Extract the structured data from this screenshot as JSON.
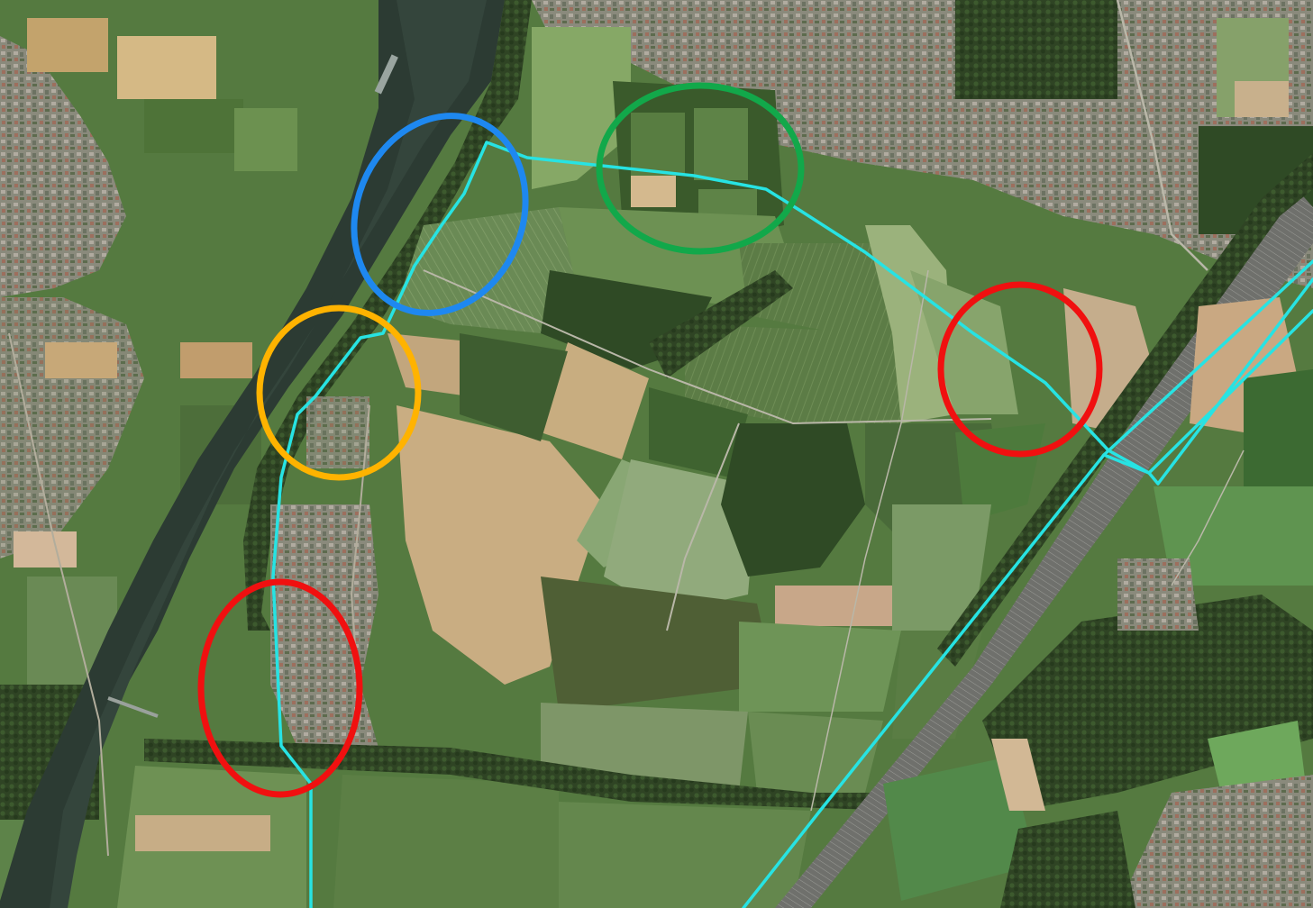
{
  "map": {
    "type": "aerial-photo",
    "features": [
      "river",
      "canal",
      "agricultural-fields",
      "residential-area",
      "highway",
      "tree-lines"
    ],
    "route_color": "#27E3E3",
    "colors": {
      "farmland_green": "#4E7338",
      "farmland_dark": "#2F4A25",
      "farmland_tan": "#C8AE7C",
      "water": "#2C3B33",
      "urban": "#8C8A7E",
      "highway": "#6E6F6D"
    }
  },
  "markers": [
    {
      "id": "blue-circle",
      "color": "#1E88F0"
    },
    {
      "id": "green-circle",
      "color": "#12A84A"
    },
    {
      "id": "orange-circle",
      "color": "#FFB300"
    },
    {
      "id": "red-circle-east",
      "color": "#F01010"
    },
    {
      "id": "red-circle-southwest",
      "color": "#F01010"
    }
  ]
}
